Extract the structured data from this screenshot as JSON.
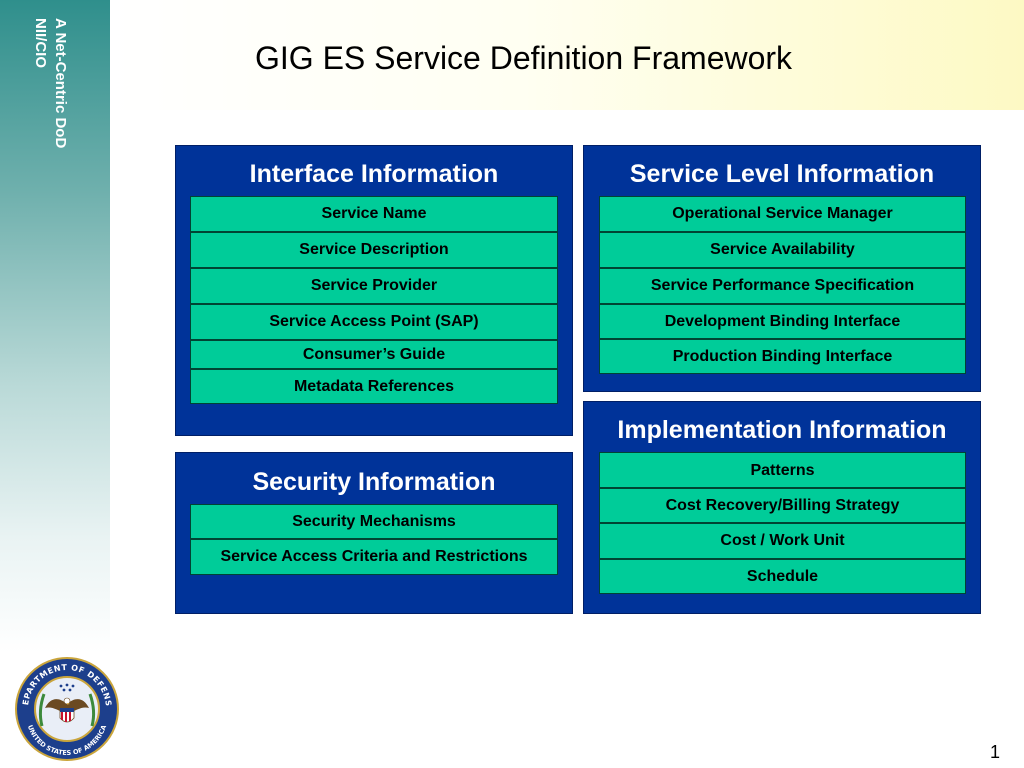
{
  "sidebar": {
    "lines": [
      "A Net-Centric DoD",
      "NII/CIO"
    ]
  },
  "title": "GIG ES Service Definition Framework",
  "panels": {
    "interface": {
      "title": "Interface Information",
      "items": [
        "Service Name",
        "Service Description",
        "Service Provider",
        "Service Access Point (SAP)",
        "Consumer’s Guide",
        "Metadata References"
      ]
    },
    "service_level": {
      "title": "Service Level Information",
      "items": [
        "Operational Service Manager",
        "Service Availability",
        "Service Performance Specification",
        "Development Binding Interface",
        "Production Binding Interface"
      ]
    },
    "security": {
      "title": "Security Information",
      "items": [
        "Security Mechanisms",
        "Service Access Criteria and Restrictions"
      ]
    },
    "implementation": {
      "title": "Implementation Information",
      "items": [
        "Patterns",
        "Cost Recovery/Billing Strategy",
        "Cost / Work Unit",
        "Schedule"
      ]
    }
  },
  "colors": {
    "panel": "#003399",
    "row": "#00cc99",
    "sidebar": "#2f8f8c"
  },
  "logo": {
    "icon": "department-of-defense-seal-icon",
    "text_top": "DEPARTMENT OF DEFENSE",
    "text_bottom": "UNITED STATES OF AMERICA"
  },
  "page_number": "1"
}
